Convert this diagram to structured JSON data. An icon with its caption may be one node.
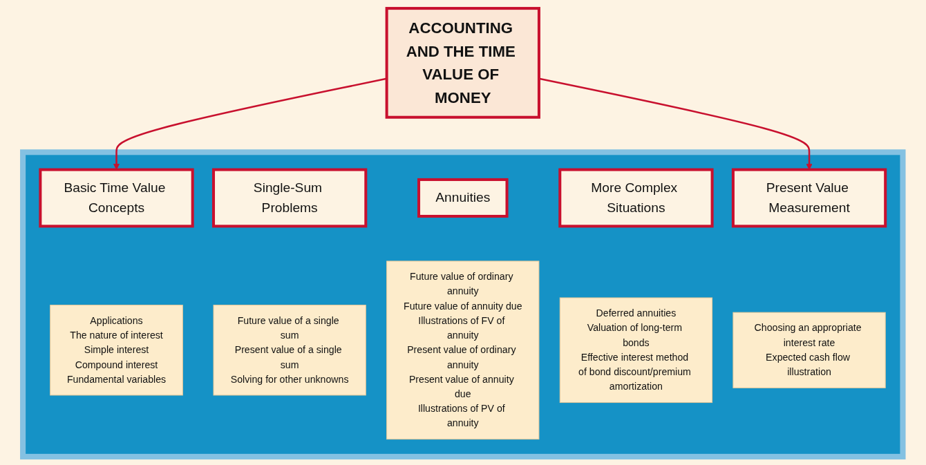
{
  "diagram": {
    "nodes": [
      {
        "text": [
          "ACCOUNTING AND THE TIME VALUE OF MONEY"
        ]
      },
      {
        "text": [],
        "shape": "box"
      },
      {
        "text": [
          "Basic Time Value Concepts"
        ],
        "in": 1
      },
      {
        "text": [
          "Applications",
          "The nature of interest",
          "Simple interest",
          "Compound interest",
          "Fundamental variables"
        ],
        "in": 1
      },
      {
        "text": [
          "Single-Sum Problems"
        ],
        "in": 1
      },
      {
        "text": [
          "Future value of a single sum",
          "Present value of a single sum",
          "Solving for other unknowns"
        ],
        "in": 1
      },
      {
        "text": [
          "Annuities"
        ],
        "in": 1
      },
      {
        "text": [
          "Future value of ordinary annuity",
          "Future value of annuity due",
          "Illustrations of FV of annuity",
          "Present value of ordinary annuity",
          "Present value of annuity due",
          "Illustrations of PV of annuity"
        ],
        "in": 1
      },
      {
        "text": [
          "More Complex Situations"
        ],
        "in": 1
      },
      {
        "text": [
          "Deferred annuities",
          "Valuation of long-term bonds",
          "Effective interest method of bond discount/premium amortization"
        ],
        "in": 1
      },
      {
        "text": [
          "Present Value Measurement"
        ],
        "in": 1
      },
      {
        "text": [
          "Choosing an appropriate interest rate",
          "Expected cash flow illustration"
        ],
        "in": 1
      }
    ],
    "edges": [
      {
        "from": 0,
        "to": 2,
        "arrow": "to"
      },
      {
        "from": 0,
        "to": 10,
        "arrow": "to"
      }
    ]
  }
}
